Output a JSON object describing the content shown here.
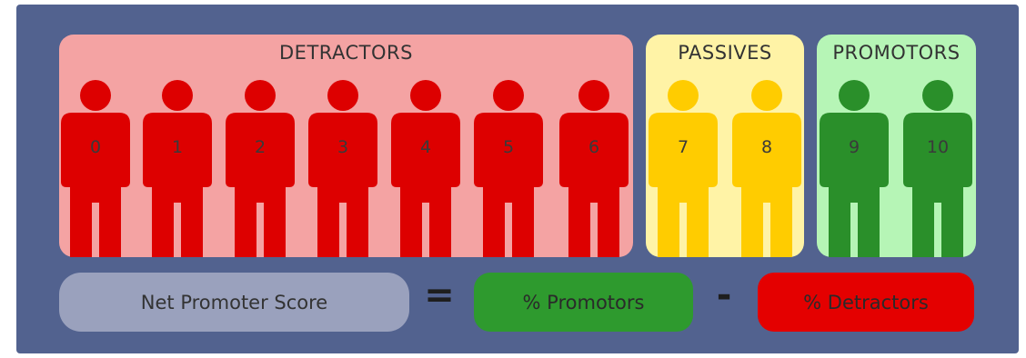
{
  "groups": {
    "detractors": {
      "title": "DETRACTORS",
      "bg": "#f4a3a3",
      "figure_color": "#dd0000"
    },
    "passives": {
      "title": "PASSIVES",
      "bg": "#fff3a6",
      "figure_color": "#ffcc00"
    },
    "promotors": {
      "title": "PROMOTORS",
      "bg": "#b6f5b6",
      "figure_color": "#2a8f2a"
    }
  },
  "scores": [
    {
      "value": "0",
      "group": "detractors"
    },
    {
      "value": "1",
      "group": "detractors"
    },
    {
      "value": "2",
      "group": "detractors"
    },
    {
      "value": "3",
      "group": "detractors"
    },
    {
      "value": "4",
      "group": "detractors"
    },
    {
      "value": "5",
      "group": "detractors"
    },
    {
      "value": "6",
      "group": "detractors"
    },
    {
      "value": "7",
      "group": "passives"
    },
    {
      "value": "8",
      "group": "passives"
    },
    {
      "value": "9",
      "group": "promotors"
    },
    {
      "value": "10",
      "group": "promotors"
    }
  ],
  "formula": {
    "result": {
      "label": "Net Promoter Score",
      "bg": "#9aa1bd"
    },
    "equals": "=",
    "term1": {
      "label": "% Promotors",
      "bg": "#2e9a2e"
    },
    "minus": "-",
    "term2": {
      "label": "% Detractors",
      "bg": "#e40000"
    }
  },
  "colors": {
    "frame": "#52628f"
  }
}
